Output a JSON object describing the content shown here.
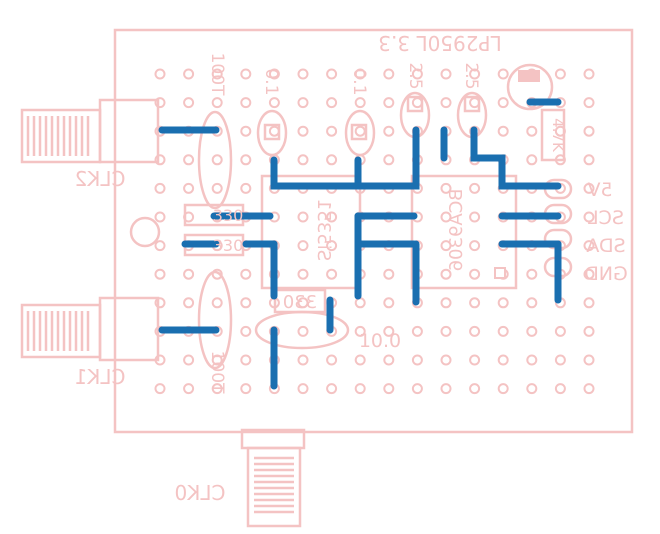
{
  "labels": {
    "clk2": "CLK2",
    "clk1": "CLK1",
    "clk0": "CLK0",
    "ldo": "LP2950L 3.3",
    "chip": "BCA9306",
    "pwr": "5V",
    "scl": "SCL",
    "sda": "SDA",
    "gnd": "GND",
    "c_top_left": "100T",
    "c_bot_left": "100T",
    "c_01_a": "0.1",
    "c_01_b": "0.1",
    "c_25_a": "2.5",
    "c_25_b": "2.5",
    "r_330_a": "330",
    "r_330_b": "330",
    "r_330_c": "330",
    "r_4k7": "4.7K",
    "c_10": "10.0",
    "osc": "Si5351"
  },
  "colors": {
    "silk": "#f4c3c3",
    "trace": "#1a6fb0",
    "pad": "#f4c3c3"
  }
}
